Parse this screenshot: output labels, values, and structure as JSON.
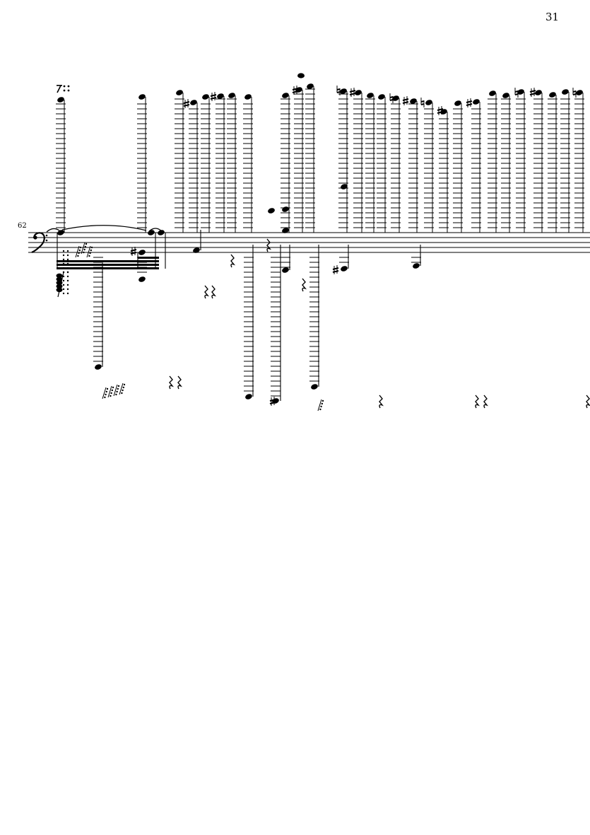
{
  "page": {
    "page_number": "31",
    "measure_number": "62"
  },
  "staff": {
    "clef": "bass-clef-icon",
    "line_count": 5,
    "ink_color": "#000000"
  },
  "notes": [
    {
      "name": "note-1",
      "pitch": "E3"
    },
    {
      "name": "note-2",
      "pitch": "A2"
    },
    {
      "name": "note-3",
      "pitch": "C#3"
    },
    {
      "name": "note-4",
      "pitch": "G3"
    },
    {
      "name": "note-5",
      "pitch": "G3"
    },
    {
      "name": "note-6",
      "pitch": "A2"
    },
    {
      "name": "note-7",
      "pitch": "E3"
    },
    {
      "name": "note-8",
      "pitch": "E3"
    },
    {
      "name": "note-9",
      "pitch": "C3"
    },
    {
      "name": "note-10",
      "pitch": "E2"
    },
    {
      "name": "note-11",
      "pitch": "C#2"
    },
    {
      "name": "note-12",
      "pitch": "C2"
    }
  ],
  "accidentals": [
    "sharp-icon",
    "natural-icon"
  ]
}
